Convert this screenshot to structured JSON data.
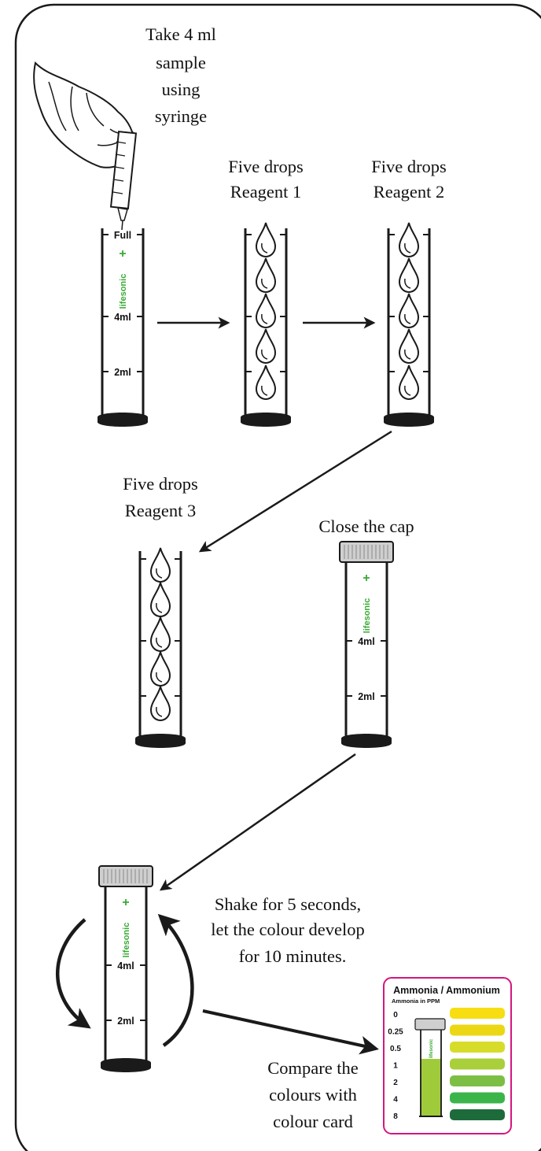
{
  "steps": {
    "sample": {
      "line1": "Take 4 ml",
      "line2": "sample",
      "line3": "using",
      "line4": "syringe"
    },
    "reagent1": {
      "line1": "Five drops",
      "line2": "Reagent 1"
    },
    "reagent2": {
      "line1": "Five drops",
      "line2": "Reagent 2"
    },
    "reagent3": {
      "line1": "Five drops",
      "line2": "Reagent 3"
    },
    "cap": {
      "line1": "Close the cap"
    },
    "shake": {
      "line1": "Shake for 5 seconds,",
      "line2": "let the colour develop",
      "line3": "for 10 minutes."
    },
    "compare": {
      "line1": "Compare the",
      "line2": "colours with",
      "line3": "colour card"
    }
  },
  "tube_marks": {
    "full": "Full",
    "four": "4ml",
    "two": "2ml"
  },
  "brand": "lifesonic",
  "card": {
    "title": "Ammonia / Ammonium",
    "subtitle": "Ammonia in PPM",
    "border_color": "#d4177f",
    "levels": [
      {
        "value": "0",
        "color": "#f7de12"
      },
      {
        "value": "0.25",
        "color": "#ecd714"
      },
      {
        "value": "0.5",
        "color": "#d7dc2b"
      },
      {
        "value": "1",
        "color": "#a9cf3a"
      },
      {
        "value": "2",
        "color": "#7cbf44"
      },
      {
        "value": "4",
        "color": "#3bb54a"
      },
      {
        "value": "8",
        "color": "#1d6b3a"
      }
    ],
    "sample_liquid_color": "#9fcb3b"
  }
}
